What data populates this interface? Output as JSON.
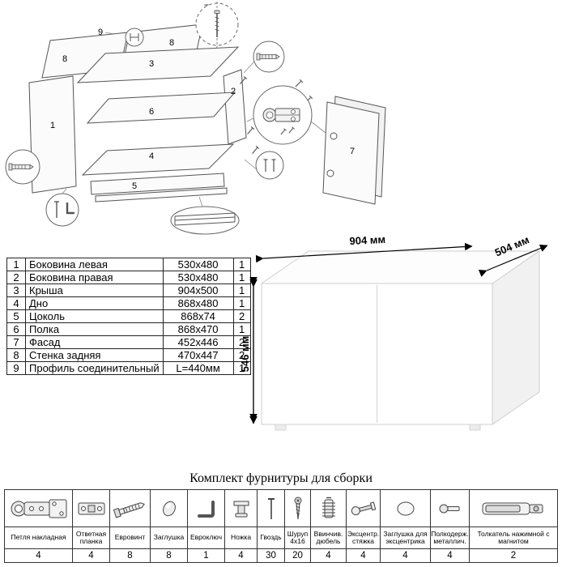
{
  "exploded": {
    "labels": {
      "l1": "1",
      "l2": "2",
      "l3": "3",
      "l4": "4",
      "l5": "5",
      "l6": "6",
      "l7": "7",
      "l8a": "8",
      "l8b": "8",
      "l9": "9"
    }
  },
  "parts_table": {
    "rows": [
      {
        "num": "1",
        "name": "Боковина левая",
        "size": "530x480",
        "qty": "1"
      },
      {
        "num": "2",
        "name": "Боковина правая",
        "size": "530x480",
        "qty": "1"
      },
      {
        "num": "3",
        "name": "Крыша",
        "size": "904x500",
        "qty": "1"
      },
      {
        "num": "4",
        "name": "Дно",
        "size": "868x480",
        "qty": "1"
      },
      {
        "num": "5",
        "name": "Цоколь",
        "size": "868x74",
        "qty": "2"
      },
      {
        "num": "6",
        "name": "Полка",
        "size": "868x470",
        "qty": "1"
      },
      {
        "num": "7",
        "name": "Фасад",
        "size": "452x446",
        "qty": "2"
      },
      {
        "num": "8",
        "name": "Стенка задняя",
        "size": "470x447",
        "qty": "2"
      },
      {
        "num": "9",
        "name": "Профиль соединительный",
        "size": "L=440мм",
        "qty": "1"
      }
    ]
  },
  "cabinet": {
    "width_label": "904 мм",
    "depth_label": "504 мм",
    "height_label": "546 мм"
  },
  "hardware": {
    "title": "Комплект фурнитуры для сборки",
    "items": [
      {
        "name": "Петля накладная",
        "qty": "4",
        "icon": "hinge-icon"
      },
      {
        "name": "Ответная планка",
        "qty": "4",
        "icon": "strike-plate-icon"
      },
      {
        "name": "Евровинт",
        "qty": "8",
        "icon": "euro-screw-icon"
      },
      {
        "name": "Заглушка",
        "qty": "8",
        "icon": "cap-icon"
      },
      {
        "name": "Евроключ",
        "qty": "1",
        "icon": "hex-key-icon"
      },
      {
        "name": "Ножка",
        "qty": "4",
        "icon": "foot-icon"
      },
      {
        "name": "Гвоздь",
        "qty": "30",
        "icon": "nail-icon"
      },
      {
        "name": "Шуруп 4x16",
        "qty": "20",
        "icon": "screw-icon"
      },
      {
        "name": "Ввинчив. дюбель",
        "qty": "4",
        "icon": "dowel-icon"
      },
      {
        "name": "Эксцентр. стяжка",
        "qty": "4",
        "icon": "cam-bolt-icon"
      },
      {
        "name": "Заглушка для эксцентрика",
        "qty": "4",
        "icon": "cam-cap-icon"
      },
      {
        "name": "Полкодерж. металлич.",
        "qty": "4",
        "icon": "shelf-pin-icon"
      },
      {
        "name": "Толкатель нажимной с магнитом",
        "qty": "2",
        "icon": "push-latch-icon"
      }
    ]
  }
}
